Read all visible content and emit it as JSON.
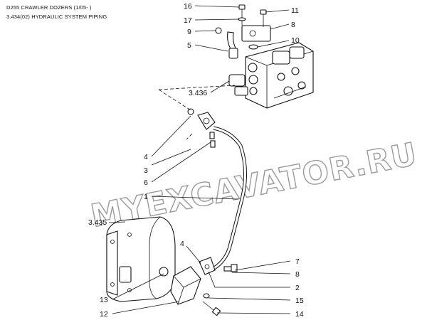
{
  "header": {
    "line1": "D255 CRAWLER DOZERS (1/05- )",
    "line2": "3.434(02) HYDRAULIC SYSTEM PIPING"
  },
  "watermark": "MYEXCAVATOR.RU",
  "callouts": {
    "c16": "16",
    "c17": "17",
    "c9": "9",
    "c5": "5",
    "c11": "11",
    "c8a": "8",
    "c10": "10",
    "c3436": "3.436",
    "c4a": "4",
    "c3": "3",
    "c6": "6",
    "c1": "1",
    "c3435": "3.435",
    "c4b": "4",
    "c7": "7",
    "c8b": "8",
    "c2": "2",
    "c13": "13",
    "c12": "12",
    "c15": "15",
    "c14": "14"
  }
}
